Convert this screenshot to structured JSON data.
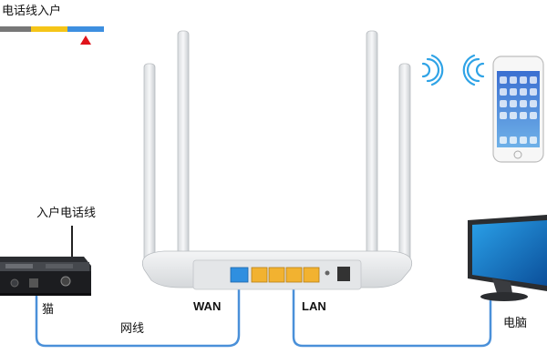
{
  "labels": {
    "phone_line_in": "电话线入户",
    "incoming_phone_line": "入户电话线",
    "modem": "猫",
    "network_cable": "网线",
    "wan": "WAN",
    "lan": "LAN",
    "computer": "电脑"
  },
  "colors": {
    "cable": "#4a90d9",
    "phone_stripe_gray": "#777777",
    "phone_stripe_yellow": "#f5c518",
    "phone_stripe_blue": "#3d8fe0",
    "marker": "#e0131b",
    "router_body": "#eef0f2",
    "lan_port": "#f2b230",
    "wan_port": "#2f8fe0",
    "wifi": "#2fa3e6"
  },
  "icons": [
    "wifi-icon",
    "phone-icon",
    "computer-icon",
    "router-icon",
    "modem-icon"
  ]
}
